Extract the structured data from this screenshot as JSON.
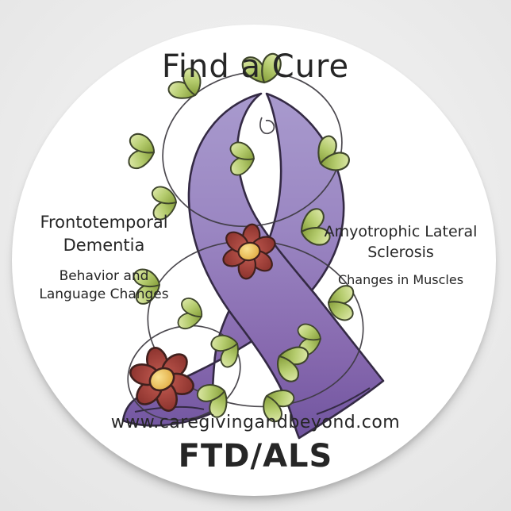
{
  "sticker": {
    "title": "Find a Cure",
    "left_info": {
      "heading": [
        "Frontotemporal",
        "Dementia"
      ],
      "subtext": [
        "Behavior and",
        "Language Changes"
      ]
    },
    "right_info": {
      "heading": [
        "Amyotrophic Lateral",
        "Sclerosis"
      ],
      "subtext": [
        "Changes in Muscles"
      ]
    },
    "website_url": "www.caregivingandbeyond.com",
    "abbreviation": "FTD/ALS"
  },
  "graphic": {
    "symbol": "purple-awareness-ribbon-with-vine-leaves-and-flowers"
  },
  "colors": {
    "background_gray": "#ececec",
    "sticker_white": "#ffffff",
    "text_black": "#262626",
    "ribbon_purple_light": "#a99bce",
    "ribbon_purple_dark": "#6f539e",
    "ribbon_outline": "#342a44",
    "leaf_green_light": "#d6e39e",
    "leaf_green_dark": "#8aa23f",
    "flower_red": "#ac4a42",
    "flower_center_yellow": "#f0c65f",
    "vine_dark": "#3d3a41"
  }
}
